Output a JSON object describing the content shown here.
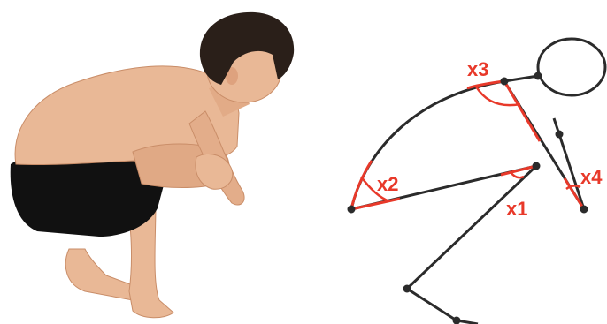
{
  "figure": {
    "angles": [
      {
        "id": "x1",
        "label": "x1"
      },
      {
        "id": "x2",
        "label": "x2"
      },
      {
        "id": "x3",
        "label": "x3"
      },
      {
        "id": "x4",
        "label": "x4"
      }
    ]
  },
  "colors": {
    "skeleton": "#2b2b2b",
    "angle_accent": "#e8392a",
    "skin": "#e9b896",
    "skin_shadow": "#c98d68",
    "hair": "#2a1f19",
    "shorts": "#111111"
  },
  "icons": {
    "photo": "crouching-person-photo",
    "diagram": "stick-figure-angle-diagram"
  }
}
